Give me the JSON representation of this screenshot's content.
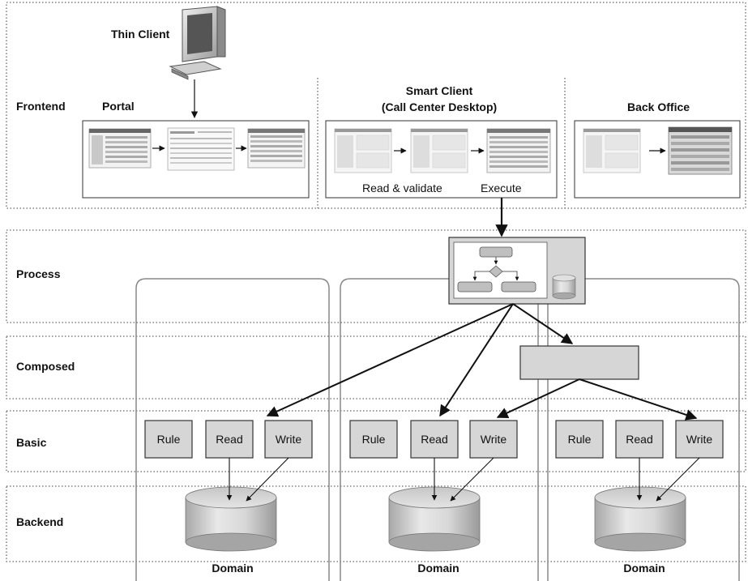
{
  "layers": {
    "frontend": "Frontend",
    "process": "Process",
    "composed": "Composed",
    "basic": "Basic",
    "backend": "Backend"
  },
  "frontend": {
    "thin_client_label": "Thin Client",
    "portal_label": "Portal",
    "smart_client_title_line1": "Smart Client",
    "smart_client_title_line2": "(Call Center Desktop)",
    "read_validate_label": "Read & validate",
    "execute_label": "Execute",
    "back_office_label": "Back Office"
  },
  "domains": [
    {
      "label": "Domain",
      "services": {
        "rule": "Rule",
        "read": "Read",
        "write": "Write"
      }
    },
    {
      "label": "Domain",
      "services": {
        "rule": "Rule",
        "read": "Read",
        "write": "Write"
      }
    },
    {
      "label": "Domain",
      "services": {
        "rule": "Rule",
        "read": "Read",
        "write": "Write"
      }
    }
  ],
  "colors": {
    "box_fill": "#d6d6d6",
    "box_stroke": "#333333",
    "frame_dotted": "#666666",
    "domain_frame": "#888888"
  }
}
